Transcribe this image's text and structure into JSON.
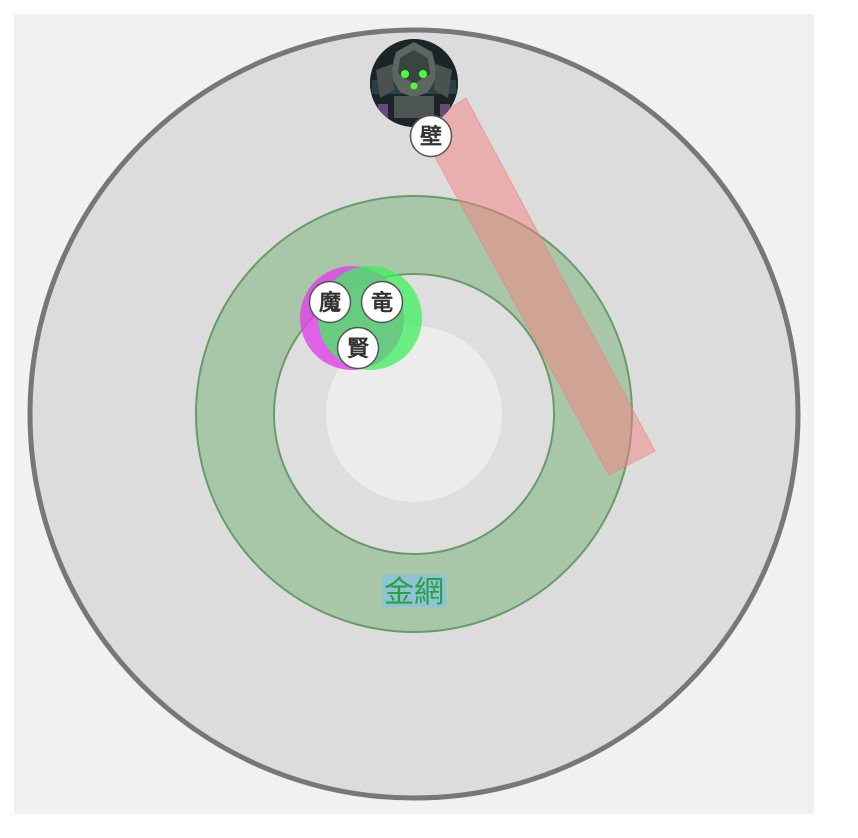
{
  "arena": {
    "zone_label": "金網"
  },
  "markers": [
    {
      "id": "wall",
      "label": "壁"
    },
    {
      "id": "magic",
      "label": "魔"
    },
    {
      "id": "dragon",
      "label": "竜"
    },
    {
      "id": "sage",
      "label": "賢"
    }
  ],
  "colors": {
    "background": "#f1f1f1",
    "arena_fill": "#dcdcdc",
    "arena_border": "#777777",
    "inner_floor": "#ececec",
    "donut_fill": "#8fba8f",
    "donut_border": "#6a9a6a",
    "zone_label_text": "#2e9e3e",
    "zone_label_bg": "#8cc3d6",
    "beam": "#f59c9c",
    "magenta_aoe": "#e040e8",
    "green_aoe": "#3fef5e",
    "boss_eyes": "#49ff3a"
  }
}
